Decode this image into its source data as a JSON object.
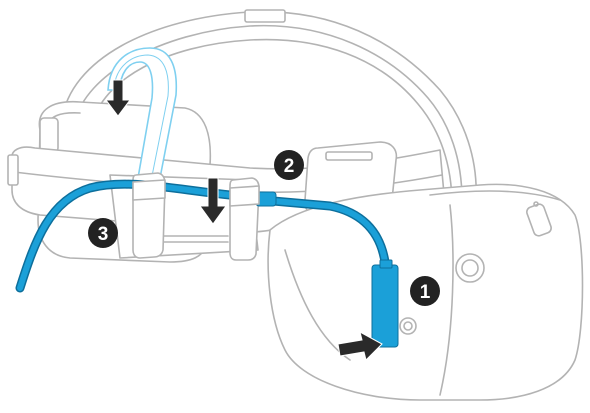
{
  "steps": [
    {
      "number": "1"
    },
    {
      "number": "2"
    },
    {
      "number": "3"
    }
  ],
  "colors": {
    "cable": "#1ba0d8",
    "cable_dark": "#0d6f9c",
    "strap_highlight": "#7fd0f0",
    "outline": "#b3b3b3",
    "badge": "#222222",
    "arrow": "#2a2a2a"
  }
}
